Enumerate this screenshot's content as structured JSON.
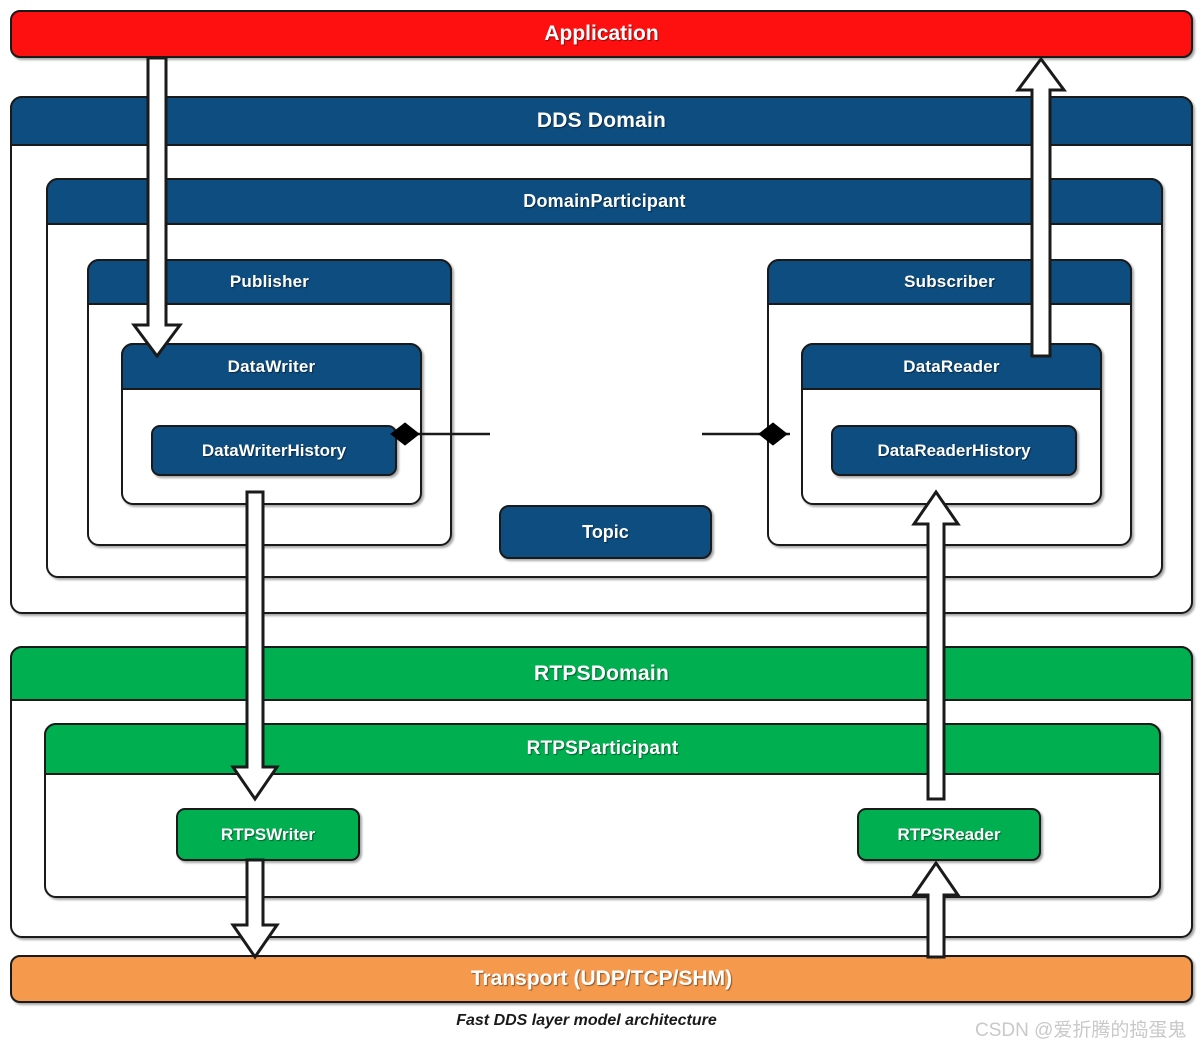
{
  "diagram": {
    "caption": "Fast DDS layer model architecture",
    "watermark": "CSDN @爱折腾的捣蛋鬼",
    "colors": {
      "application": "#FF1010",
      "dds": "#0E4D7F",
      "rtps": "#00B050",
      "transport": "#F5994D",
      "outline": "#1a1a1a",
      "label": "#ffffff"
    }
  },
  "layers": {
    "application": {
      "label": "Application"
    },
    "transport": {
      "label": "Transport (UDP/TCP/SHM)"
    }
  },
  "dds": {
    "domain": {
      "label": "DDS Domain"
    },
    "participant": {
      "label": "DomainParticipant"
    },
    "publisher": {
      "label": "Publisher"
    },
    "subscriber": {
      "label": "Subscriber"
    },
    "datawriter": {
      "label": "DataWriter"
    },
    "datareader": {
      "label": "DataReader"
    },
    "datawriter_history": {
      "label": "DataWriterHistory"
    },
    "datareader_history": {
      "label": "DataReaderHistory"
    },
    "topic": {
      "label": "Topic"
    }
  },
  "rtps": {
    "domain": {
      "label": "RTPSDomain"
    },
    "participant": {
      "label": "RTPSParticipant"
    },
    "writer": {
      "label": "RTPSWriter"
    },
    "reader": {
      "label": "RTPSReader"
    }
  },
  "connections": [
    {
      "name": "application-to-datawriter",
      "from": "Application",
      "to": "DataWriter",
      "direction": "down",
      "style": "block-arrow"
    },
    {
      "name": "datareader-to-application",
      "from": "DataReader",
      "to": "Application",
      "direction": "up",
      "style": "block-arrow"
    },
    {
      "name": "datawriterhistory-to-rtpswriter",
      "from": "DataWriterHistory",
      "to": "RTPSWriter",
      "direction": "down",
      "style": "block-arrow"
    },
    {
      "name": "rtpswriter-to-transport",
      "from": "RTPSWriter",
      "to": "Transport (UDP/TCP/SHM)",
      "direction": "down",
      "style": "block-arrow"
    },
    {
      "name": "transport-to-rtpsreader",
      "from": "Transport (UDP/TCP/SHM)",
      "to": "RTPSReader",
      "direction": "up",
      "style": "block-arrow"
    },
    {
      "name": "rtpsreader-to-datareaderhistory",
      "from": "RTPSReader",
      "to": "DataReaderHistory",
      "direction": "up",
      "style": "block-arrow"
    },
    {
      "name": "datawriter-topic-association",
      "from": "DataWriter",
      "to": "Topic",
      "direction": "none",
      "style": "diamond"
    },
    {
      "name": "datareader-topic-association",
      "from": "Topic",
      "to": "DataReader",
      "direction": "none",
      "style": "diamond"
    }
  ]
}
